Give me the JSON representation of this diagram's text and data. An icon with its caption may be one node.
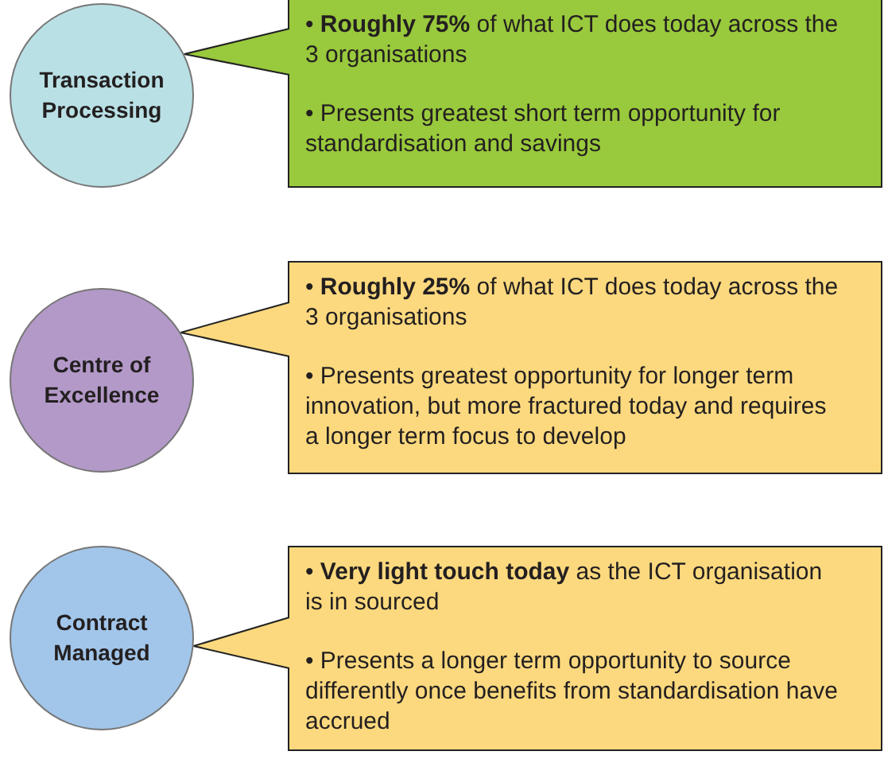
{
  "diagram": {
    "nodes": [
      {
        "text": [
          "Transaction Processing"
        ]
      },
      {
        "text": [
          "• **Roughly 75%** of what ICT does today across the 3 organisations",
          "• Presents greatest short term opportunity for standardisation and savings"
        ]
      },
      {
        "text": [
          "Centre of Excellence"
        ]
      },
      {
        "text": [
          "• **Roughly 25%** of what ICT does today across the 3 organisations",
          "• Presents greatest opportunity for longer term innovation, but more fractured today and requires a longer term focus to develop"
        ]
      },
      {
        "text": [
          "Contract Managed"
        ]
      },
      {
        "text": [
          "• **Very light touch today** as the ICT organisation is in sourced",
          "• Presents a longer term opportunity to source differently once benefits from standardisation have accrued"
        ]
      }
    ],
    "edges": [
      {
        "from": 1,
        "to": 0,
        "arrow": "none"
      },
      {
        "from": 3,
        "to": 2,
        "arrow": "none"
      },
      {
        "from": 5,
        "to": 4,
        "arrow": "none"
      }
    ]
  }
}
